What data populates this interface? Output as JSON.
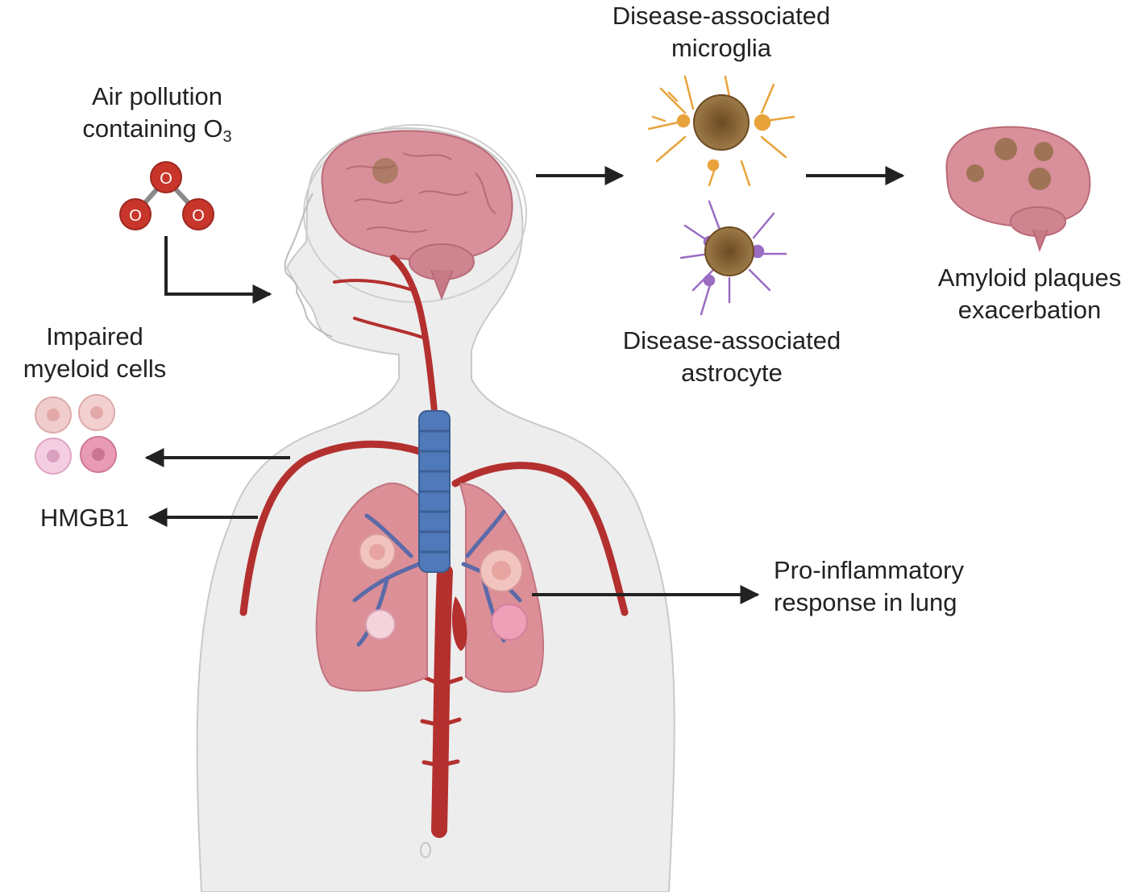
{
  "labels": {
    "air_pollution_line1": "Air pollution",
    "air_pollution_line2": "containing O",
    "air_pollution_subscript": "3",
    "ozone_atom_symbol": "O",
    "dam_line1": "Disease-associated",
    "dam_line2": "microglia",
    "daa_line1": "Disease-associated",
    "daa_line2": "astrocyte",
    "amyloid_line1": "Amyloid plaques",
    "amyloid_line2": "exacerbation",
    "myeloid_line1": "Impaired",
    "myeloid_line2": "myeloid cells",
    "hmgb1": "HMGB1",
    "lung_line1": "Pro-inflammatory",
    "lung_line2": "response in lung"
  },
  "colors": {
    "body_fill": "#ededed",
    "body_outline": "#c9c9c9",
    "brain": "#d9909a",
    "brain_dark": "#b86a76",
    "plaque": "#8b6a3e",
    "vessel": "#b3302f",
    "trachea": "#4f79b8",
    "lung": "#dc8f97",
    "ozone": "#c8352b",
    "microglia": "#e8a33a",
    "astrocyte": "#9a6cc2",
    "arrow": "#222222"
  },
  "icons": [
    "ozone-molecule-icon",
    "human-body-icon",
    "brain-icon",
    "microglia-cell-icon",
    "astrocyte-cell-icon",
    "plaque-brain-icon",
    "myeloid-cell-icon",
    "lungs-icon",
    "trachea-icon",
    "artery-icon"
  ]
}
